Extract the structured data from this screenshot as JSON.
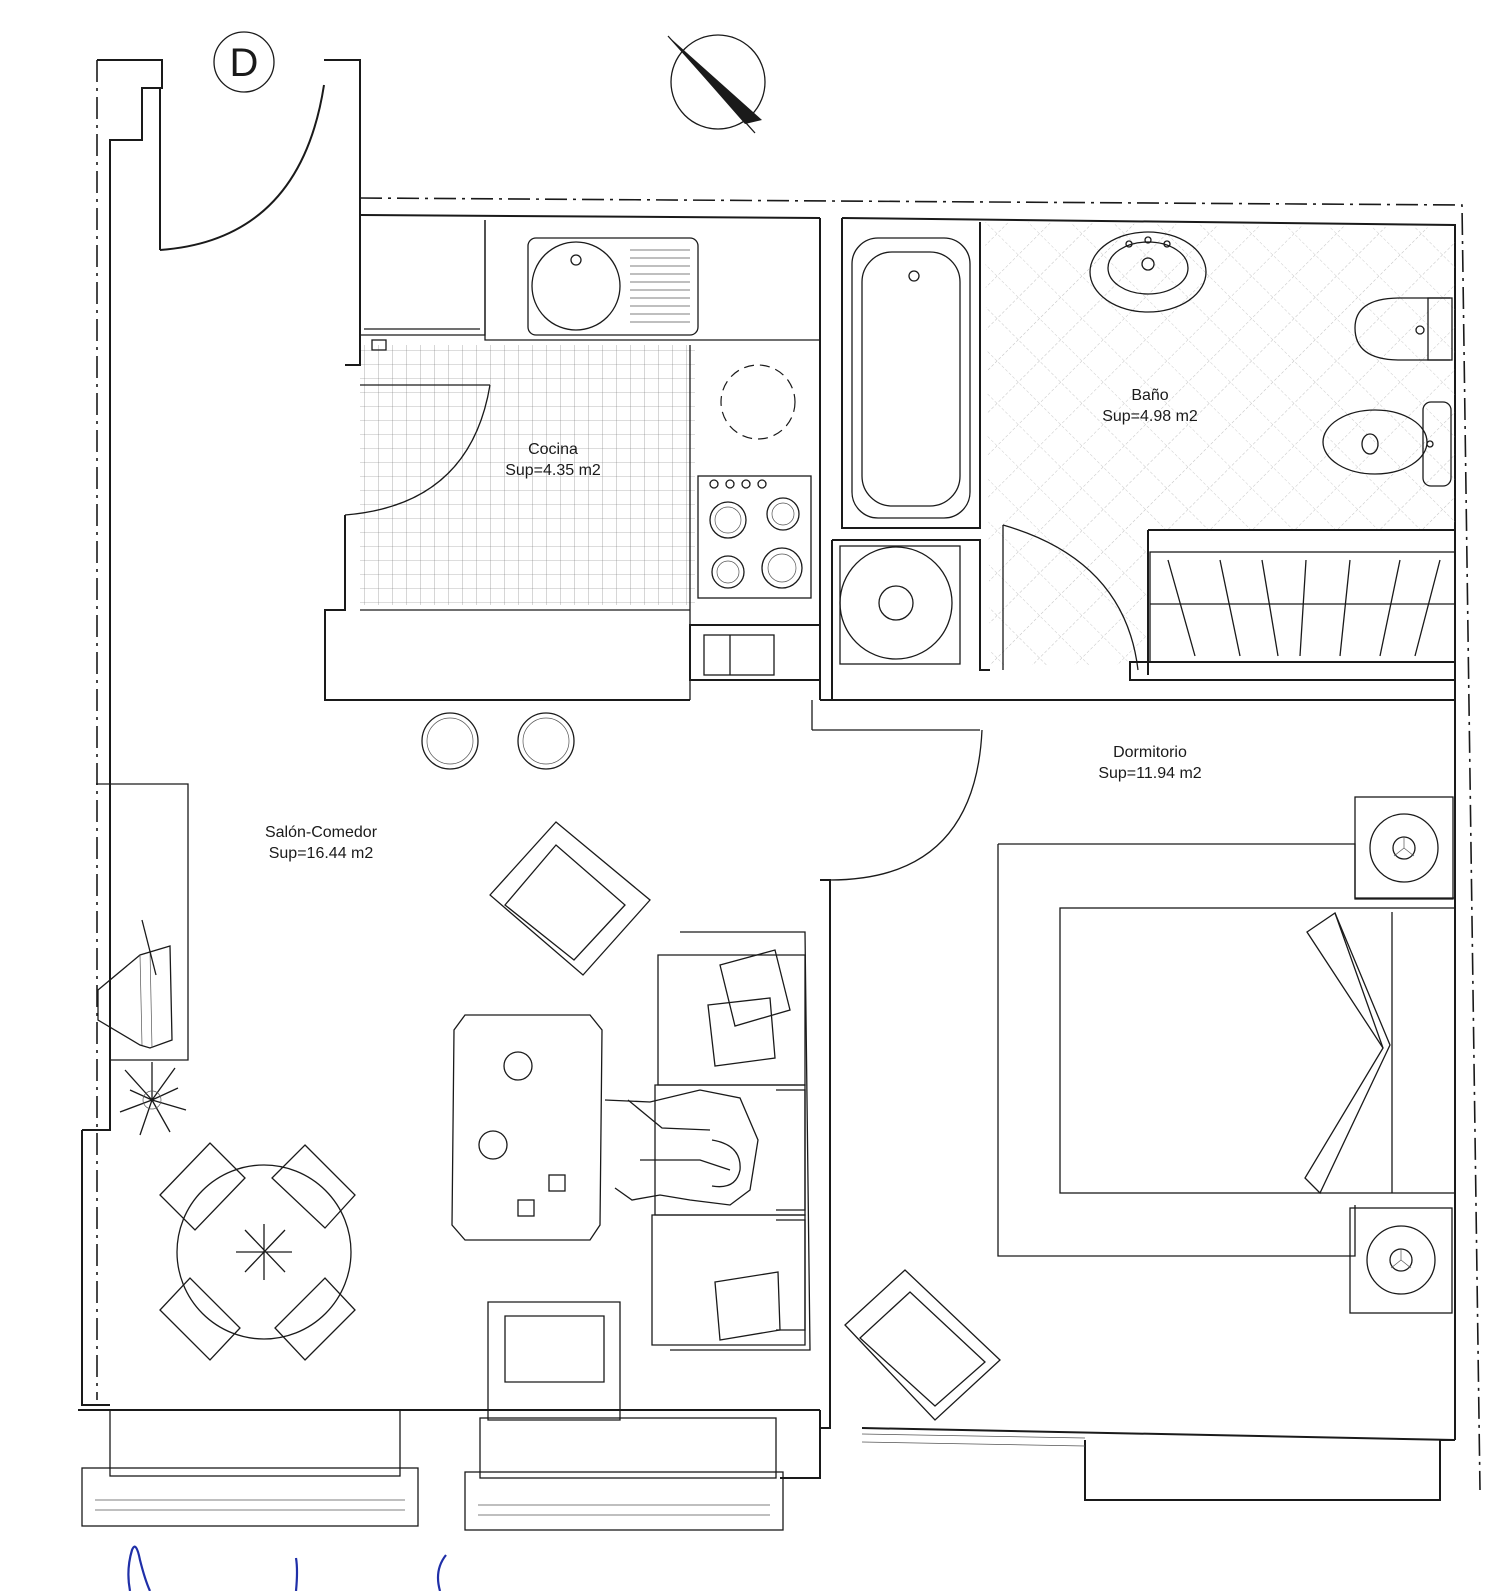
{
  "plan": {
    "unit_marker": "D",
    "rooms": {
      "cocina": {
        "name": "Cocina",
        "area": "Sup=4.35 m2"
      },
      "bano": {
        "name": "Baño",
        "area": "Sup=4.98 m2"
      },
      "salon": {
        "name": "Salón-Comedor",
        "area": "Sup=16.44 m2"
      },
      "dormitorio": {
        "name": "Dormitorio",
        "area": "Sup=11.94 m2"
      }
    },
    "colors": {
      "ink": "#1a1a1a",
      "signature": "#1f2fa8",
      "background": "#ffffff"
    }
  }
}
